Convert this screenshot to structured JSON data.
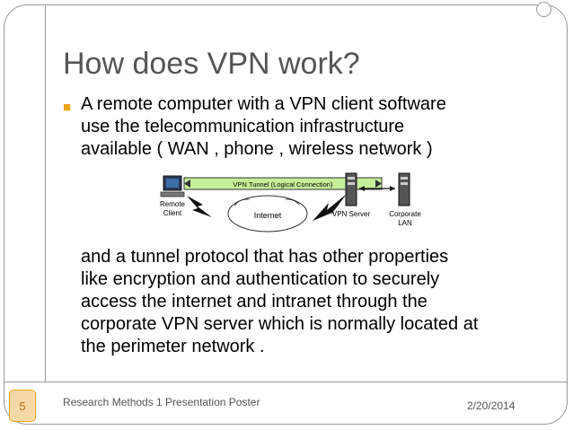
{
  "slide": {
    "title": "How does VPN work?",
    "bullet_lines": [
      "A remote computer with a VPN client software",
      "use the telecommunication infrastructure",
      "available ( WAN , phone , wireless network )"
    ],
    "continuation_lines": [
      "and a tunnel protocol that has other properties",
      "like encryption and authentication to securely",
      "access the internet and intranet through the",
      "corporate VPN server which is normally located at",
      "the perimeter network ."
    ]
  },
  "diagram": {
    "tunnel_label": "VPN Tunnel (Logical Connection)",
    "remote_label_line1": "Remote",
    "remote_label_line2": "Client",
    "internet_label": "Internet",
    "vpn_server_label": "VPN Server",
    "corporate_label_line1": "Corporate",
    "corporate_label_line2": "LAN"
  },
  "footer": {
    "page_number": "5",
    "text": "Research Methods 1  Presentation Poster",
    "date": "2/20/2014"
  },
  "colors": {
    "accent": "#e8a51b",
    "tunnel": "#c6ef9a"
  },
  "icons": {
    "bullet": "square-bullet-icon"
  }
}
